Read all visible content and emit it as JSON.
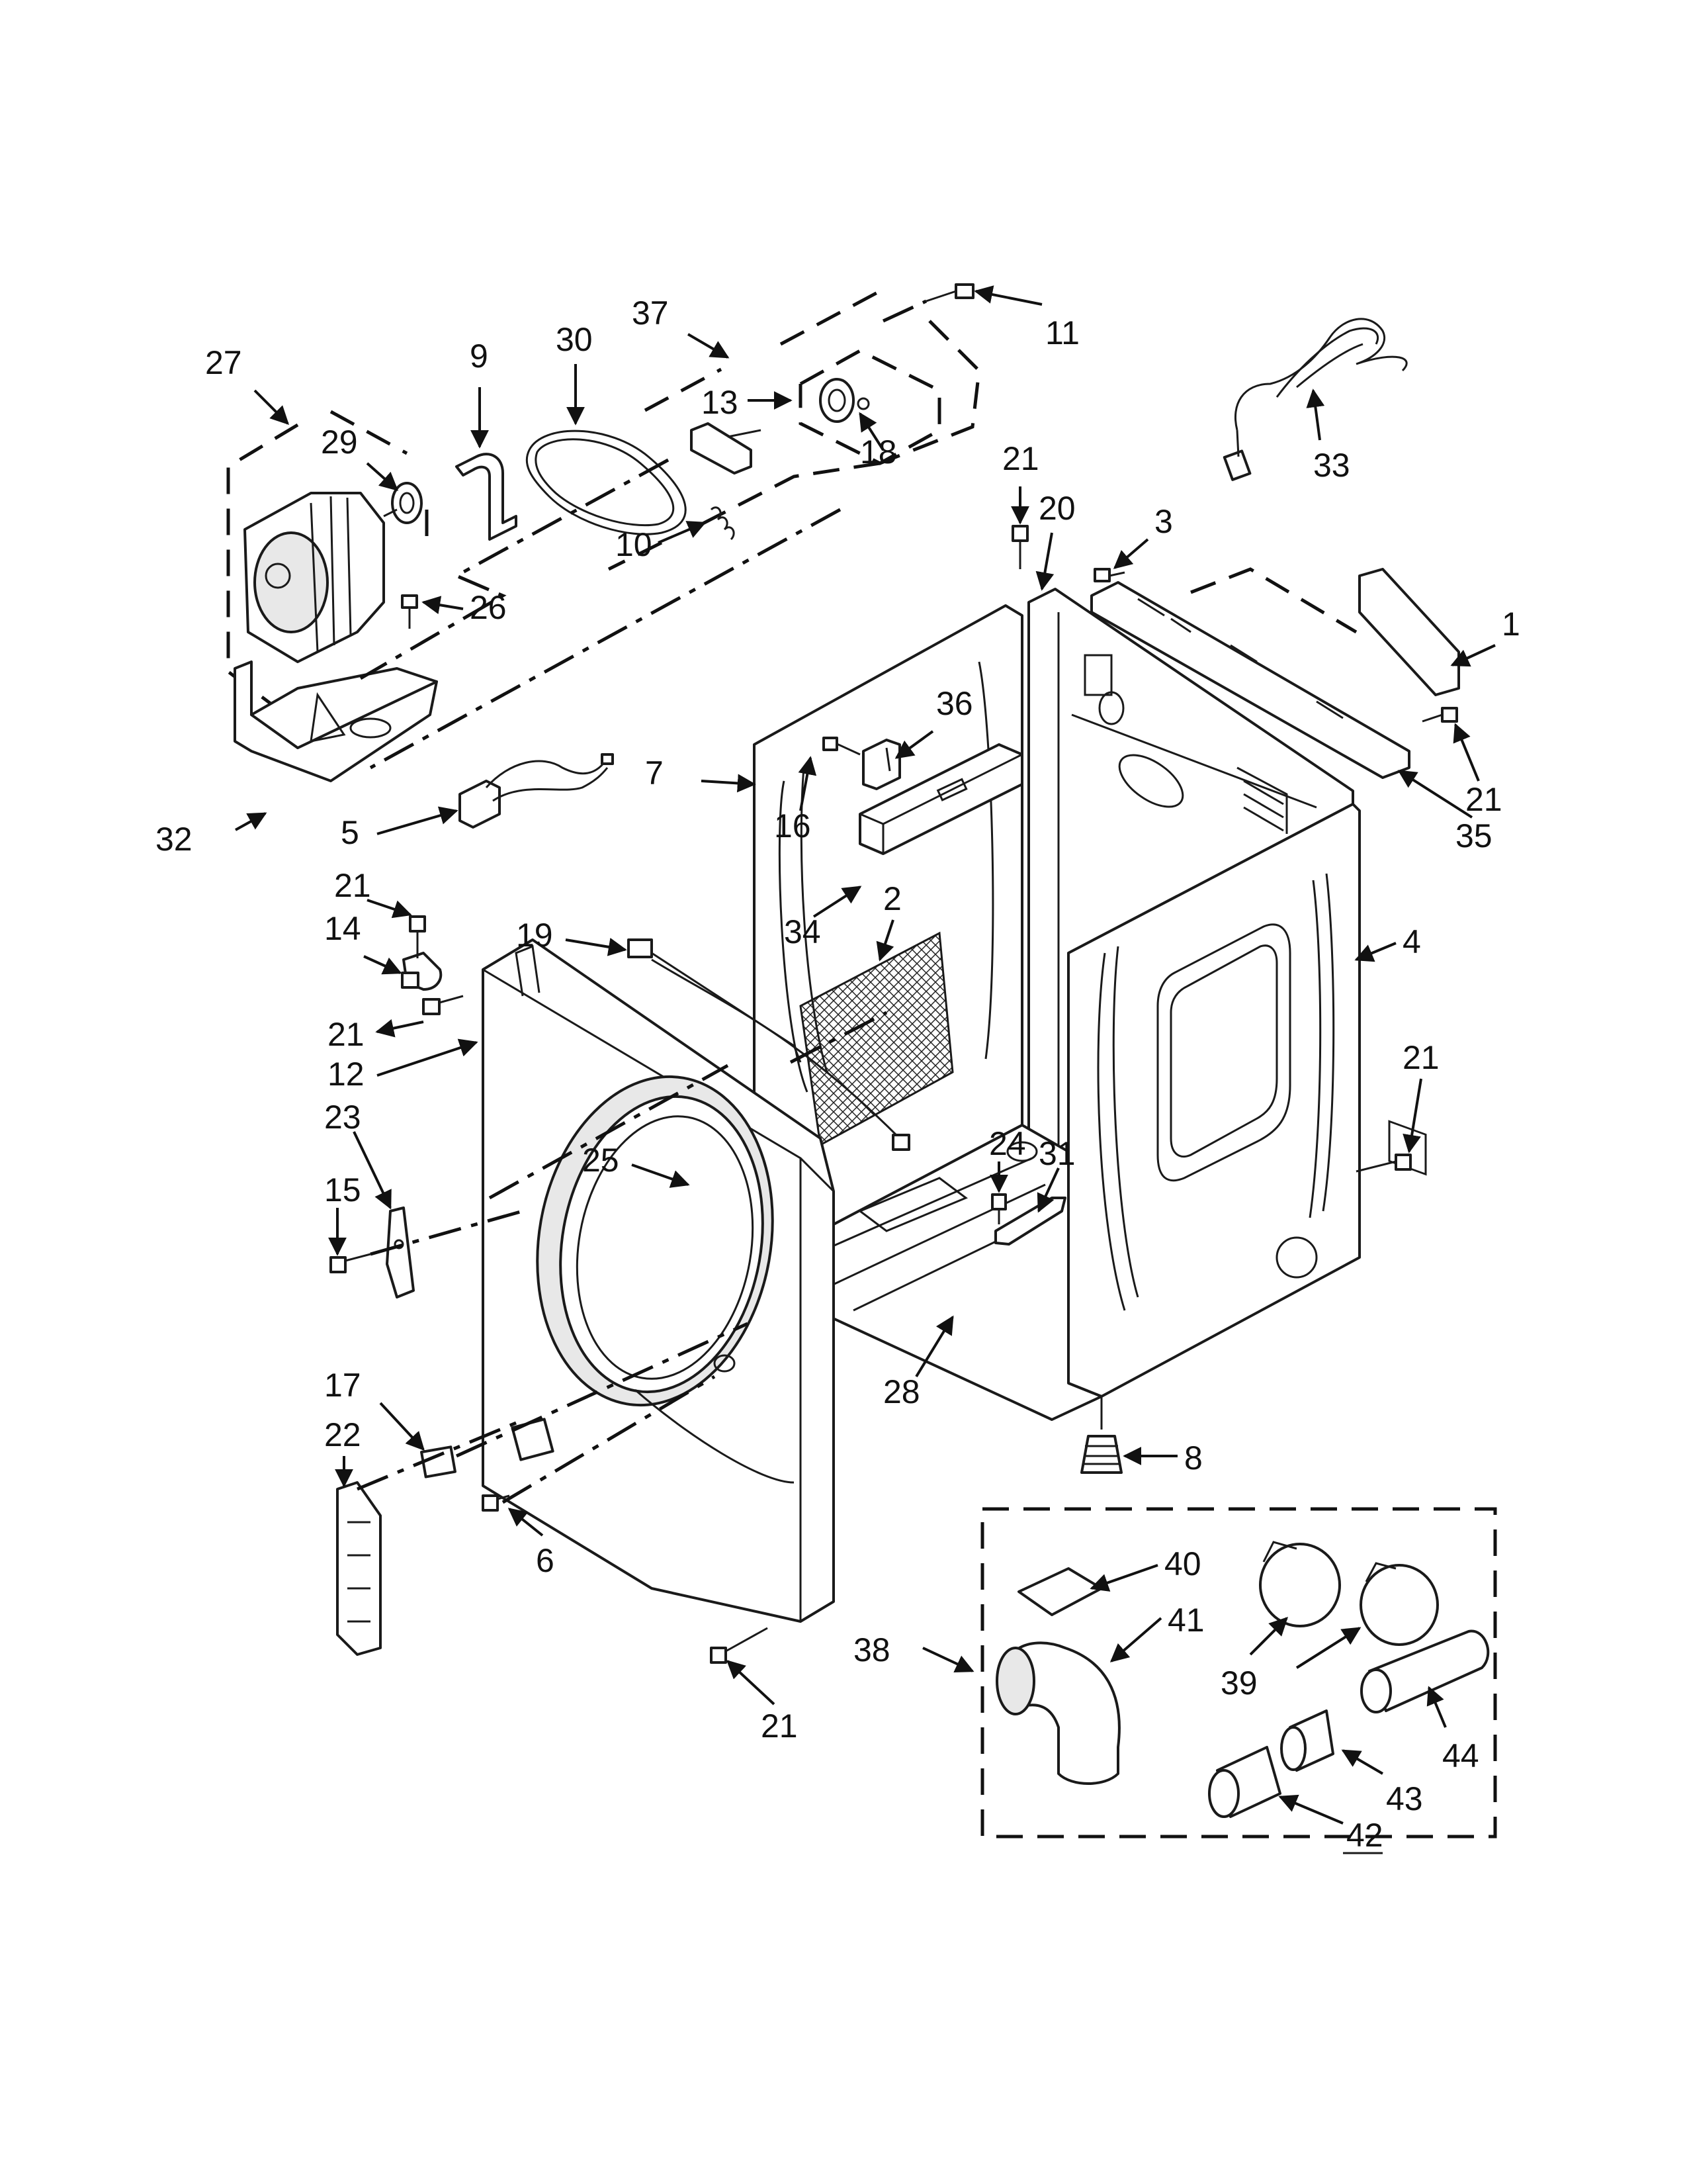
{
  "diagram": {
    "callouts": [
      "1",
      "2",
      "3",
      "4",
      "5",
      "6",
      "7",
      "8",
      "9",
      "10",
      "11",
      "12",
      "13",
      "14",
      "15",
      "16",
      "17",
      "18",
      "19",
      "20",
      "21",
      "22",
      "23",
      "24",
      "25",
      "26",
      "27",
      "28",
      "29",
      "30",
      "31",
      "32",
      "33",
      "34",
      "35",
      "36",
      "37",
      "38",
      "39",
      "40",
      "41",
      "42",
      "43",
      "44"
    ]
  },
  "labels": {
    "n27": "27",
    "n29": "29",
    "n9": "9",
    "n30": "30",
    "n37": "37",
    "n13": "13",
    "n18": "18",
    "n11": "11",
    "n33": "33",
    "n26": "26",
    "n10": "10",
    "n21a": "21",
    "n20": "20",
    "n3": "3",
    "n1": "1",
    "n36": "36",
    "n7": "7",
    "n16": "16",
    "n21b": "21",
    "n35": "35",
    "n32": "32",
    "n5": "5",
    "n34": "34",
    "n2": "2",
    "n21c": "21",
    "n14": "14",
    "n19": "19",
    "n4": "4",
    "n21d": "21",
    "n12": "12",
    "n21e": "21",
    "n23": "23",
    "n25": "25",
    "n24": "24",
    "n31": "31",
    "n15": "15",
    "n17": "17",
    "n22": "22",
    "n28": "28",
    "n8": "8",
    "n6": "6",
    "n40": "40",
    "n41": "41",
    "n38": "38",
    "n39": "39",
    "n21f": "21",
    "n43": "43",
    "n44": "44",
    "n42": "42"
  }
}
